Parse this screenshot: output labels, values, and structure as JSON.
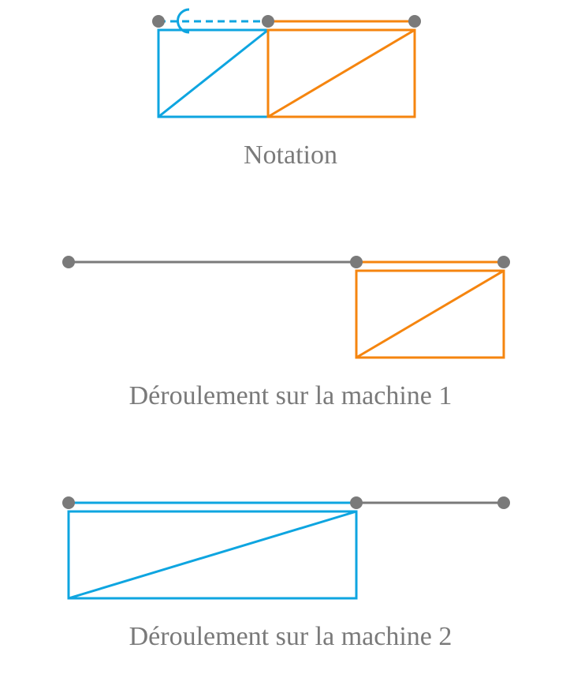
{
  "captions": {
    "notation": "Notation",
    "machine1": "Déroulement sur la machine 1",
    "machine2": "Déroulement sur la machine 2"
  },
  "colors": {
    "blue": "#0ea5e0",
    "orange": "#f5850f",
    "gray": "#7a7a7a"
  }
}
